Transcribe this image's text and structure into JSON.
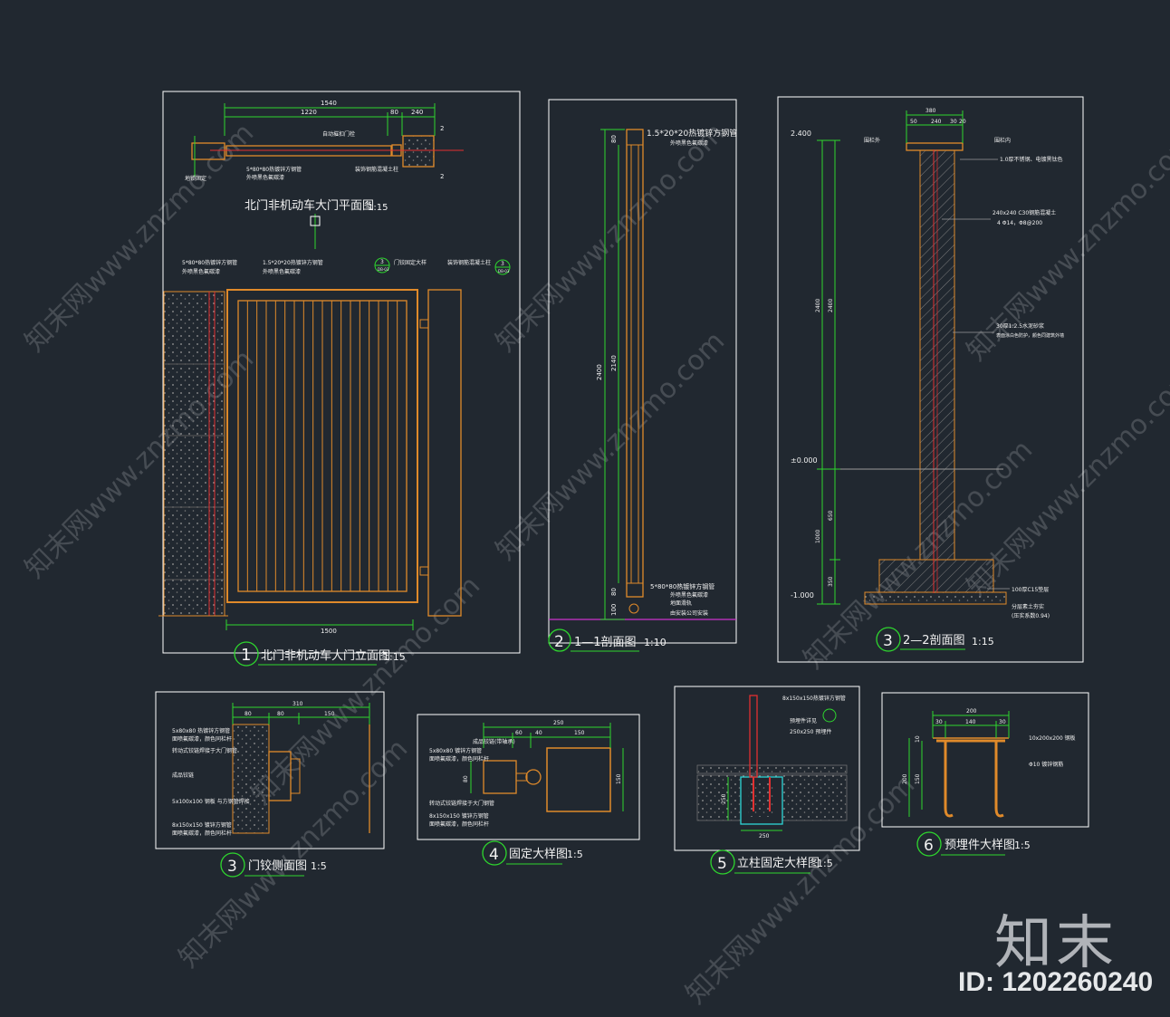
{
  "colors": {
    "background": "#212830",
    "frame": "#ffffff",
    "outline": "#e08a2a",
    "dimension": "#2ed62e",
    "text": "#f2f2f2",
    "fill_hatch": "#8a8a8a",
    "centerline": "#e23030",
    "ground": "#cc33cc",
    "watermark": "#8c9096"
  },
  "watermark": {
    "site": "www.znzmo.com",
    "logo": "知末",
    "id": "ID: 1202260240",
    "tiled": "知末网www.znzmo.com"
  },
  "drawing1": {
    "number": "1",
    "title": "北门非机动车大门立面图",
    "scale": "1:15",
    "plan_title": "北门非机动车大门平面图",
    "plan_scale": "1:15",
    "dims": [
      "1540",
      "1220",
      "80",
      "240",
      "1500"
    ],
    "plan_section_marks": [
      "2",
      "2"
    ],
    "notes": [
      "自动摧扣门栓",
      "5*80*80热镀锌方钢管",
      "外喷黑色氟碳漆",
      "地锁固定",
      "装饰钢筋混凝土柱"
    ],
    "elev_notes": [
      "5*80*80热镀锌方钢管",
      "外喷黑色氟碳漆",
      "1.5*20*20热镀锌方钢管",
      "外喷黑色氟碳漆",
      "门铰固定大样",
      "装饰钢筋混凝土柱"
    ],
    "callouts": [
      {
        "num": "3",
        "sheet": "DB-03"
      },
      {
        "num": "3",
        "sheet": "DB-03"
      }
    ]
  },
  "drawing2": {
    "number": "2",
    "title": "1—1剖面图",
    "scale": "1:10",
    "dims": [
      "2400",
      "2140",
      "80",
      "100",
      "80"
    ],
    "notes": [
      "1.5*20*20热镀锌方钢管",
      "外喷黑色氟碳漆",
      "5*80*80热镀锌方钢管",
      "外喷黑色氟碳漆",
      "地面滑轨",
      "由安装公司安装"
    ]
  },
  "drawing3": {
    "number": "3",
    "title": "2—2剖面图",
    "scale": "1:15",
    "levels": [
      "2.400",
      "±0.000",
      "-1.000"
    ],
    "dims": [
      "380",
      "50",
      "240",
      "30",
      "20",
      "2400",
      "2400",
      "650",
      "1000",
      "350"
    ],
    "notes": [
      "围栏外",
      "围栏内",
      "1.0厚不锈钢、电镀黑钛色",
      "240x240 C30钢筋混凝土",
      "4 Φ14，Φ8@200",
      "30厚1:2.5水泥砂浆",
      "表面涂白色防护，颜色同建筑外墙",
      "100厚C15垫层",
      "分层素土夯实",
      "(压实系数0.94)"
    ]
  },
  "drawing4": {
    "number": "3",
    "title": "门铰侧面图",
    "scale": "1:5",
    "dims": [
      "310",
      "80",
      "80",
      "150"
    ],
    "notes": [
      "5x80x80 热镀锌方钢管",
      "面喷氟碳漆，颜色同栏杆",
      "转动式铰链焊接于大门钢管",
      "成品铰链",
      "5x100x100 钢板 与方钢管焊接",
      "8x150x150 镀锌方钢管",
      "面喷氟碳漆，颜色同栏杆"
    ]
  },
  "drawing5": {
    "number": "4",
    "title": "固定大样图",
    "scale": "1:5",
    "dims": [
      "250",
      "60",
      "40",
      "150",
      "80",
      "150"
    ],
    "notes": [
      "成品铰链(带轴承)",
      "5x80x80 镀锌方钢管",
      "面喷氟碳漆，颜色同栏杆",
      "转动式铰链焊接于大门钢管",
      "8x150x150 镀锌方钢管",
      "面喷氟碳漆，颜色同栏杆"
    ]
  },
  "drawing6": {
    "number": "5",
    "title": "立柱固定大样图",
    "scale": "1:5",
    "dims": [
      "250",
      "250"
    ],
    "notes": [
      "8x150x150热镀锌方钢管",
      "预埋件详见",
      "250x250 预埋件"
    ]
  },
  "drawing7": {
    "number": "6",
    "title": "预埋件大样图",
    "scale": "1:5",
    "dims": [
      "200",
      "30",
      "140",
      "30",
      "200",
      "150",
      "10"
    ],
    "notes": [
      "10x200x200 钢板",
      "Φ10 镀锌钢筋"
    ]
  }
}
